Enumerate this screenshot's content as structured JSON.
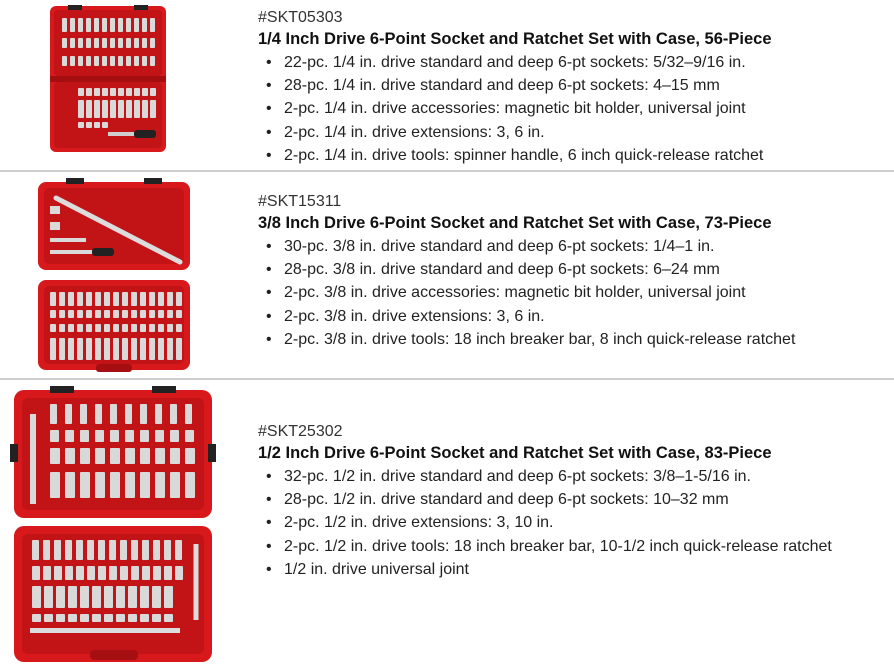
{
  "products": [
    {
      "sku": "#SKT05303",
      "title": "1/4 Inch Drive 6-Point Socket and Ratchet Set with Case, 56-Piece",
      "features": [
        "22-pc. 1/4 in. drive standard and deep 6-pt sockets: 5/32–9/16 in.",
        "28-pc. 1/4 in. drive standard and deep 6-pt sockets: 4–15 mm",
        "2-pc. 1/4 in. drive accessories: magnetic bit holder, universal joint",
        "2-pc. 1/4 in. drive extensions: 3, 6 in.",
        "2-pc. 1/4 in. drive tools: spinner handle, 6 inch quick-release ratchet"
      ]
    },
    {
      "sku": "#SKT15311",
      "title": "3/8 Inch Drive 6-Point Socket and Ratchet Set with Case, 73-Piece",
      "features": [
        "30-pc. 3/8 in. drive standard and deep 6-pt sockets: 1/4–1 in.",
        "28-pc. 3/8 in. drive standard and deep 6-pt sockets: 6–24 mm",
        "2-pc. 3/8 in. drive accessories: magnetic bit holder, universal joint",
        "2-pc. 3/8 in. drive extensions: 3, 6 in.",
        "2-pc. 3/8 in. drive tools: 18 inch breaker bar, 8 inch quick-release ratchet"
      ]
    },
    {
      "sku": "#SKT25302",
      "title": "1/2 Inch Drive 6-Point Socket and Ratchet Set with Case, 83-Piece",
      "features": [
        "32-pc. 1/2 in. drive standard and deep 6-pt sockets: 3/8–1-5/16 in.",
        "28-pc. 1/2 in. drive standard and deep 6-pt sockets: 10–32 mm",
        "2-pc. 1/2 in. drive extensions: 3, 10 in.",
        "2-pc. 1/2 in. drive tools: 18 inch breaker bar, 10-1/2 inch quick-release ratchet",
        "1/2 in. drive universal joint"
      ]
    }
  ],
  "bullet_glyph": "•",
  "colors": {
    "case_red": "#d8191c",
    "case_dark": "#a50f12",
    "chrome": "#d9d9d9"
  }
}
